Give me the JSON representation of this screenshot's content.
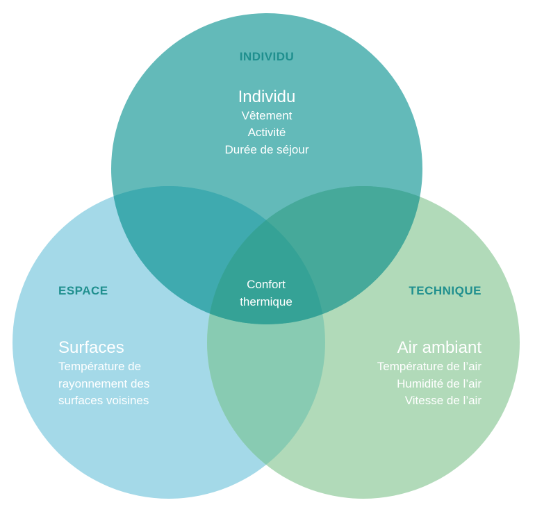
{
  "colors": {
    "individu": "#63bab9",
    "espace": "#a4d9e8",
    "technique": "#b1dab9",
    "individu_espace": "#3faaaf",
    "individu_technique": "#46a99a",
    "espace_technique": "#88cbb2",
    "center": "#35a296",
    "label_dark": "#1f8f8e"
  },
  "individu": {
    "category": "INDIVIDU",
    "title": "Individu",
    "lines": [
      "Vêtement",
      "Activité",
      "Durée de séjour"
    ]
  },
  "espace": {
    "category": "ESPACE",
    "title": "Surfaces",
    "lines": [
      "Température de",
      "rayonnement des",
      "surfaces voisines"
    ]
  },
  "technique": {
    "category": "TECHNIQUE",
    "title": "Air ambiant",
    "lines": [
      "Température de l’air",
      "Humidité de l’air",
      "Vitesse de l’air"
    ]
  },
  "center": {
    "lines": [
      "Confort",
      "thermique"
    ]
  }
}
